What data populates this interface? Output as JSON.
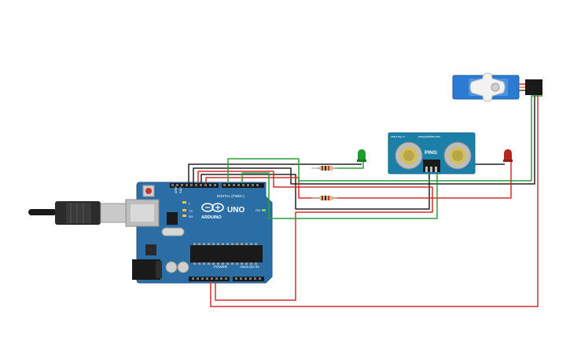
{
  "arduino": {
    "logo": "ARDUINO",
    "model": "UNO",
    "digital_header": "DIGITAL (PWM~)",
    "power_header": "POWER",
    "analog_header": "ANALOG IN",
    "on_label": "ON",
    "tx_label": "TX",
    "rx_label": "RX",
    "l_label": "L",
    "aref_label": "AREF",
    "gnd_label": "GND"
  },
  "sensor": {
    "brand": "PING",
    "site": "www.parallax.com",
    "rev": "28015 REV C"
  },
  "colors": {
    "board": "#2a6ea5",
    "board_dark": "#1f5a8c",
    "wire_red": "#d32f2f",
    "wire_green": "#2e9e3a",
    "wire_black": "#222222",
    "sensor_pcb": "#1c7fa8",
    "servo_blue": "#2a7bd1",
    "led_green": "#1f9a2e",
    "led_red": "#b3261e",
    "usb_plug": "#2b2b2b"
  },
  "icons": {
    "led": "led-icon",
    "resistor": "resistor-icon",
    "servo": "servo-icon",
    "usb": "usb-plug-icon"
  }
}
